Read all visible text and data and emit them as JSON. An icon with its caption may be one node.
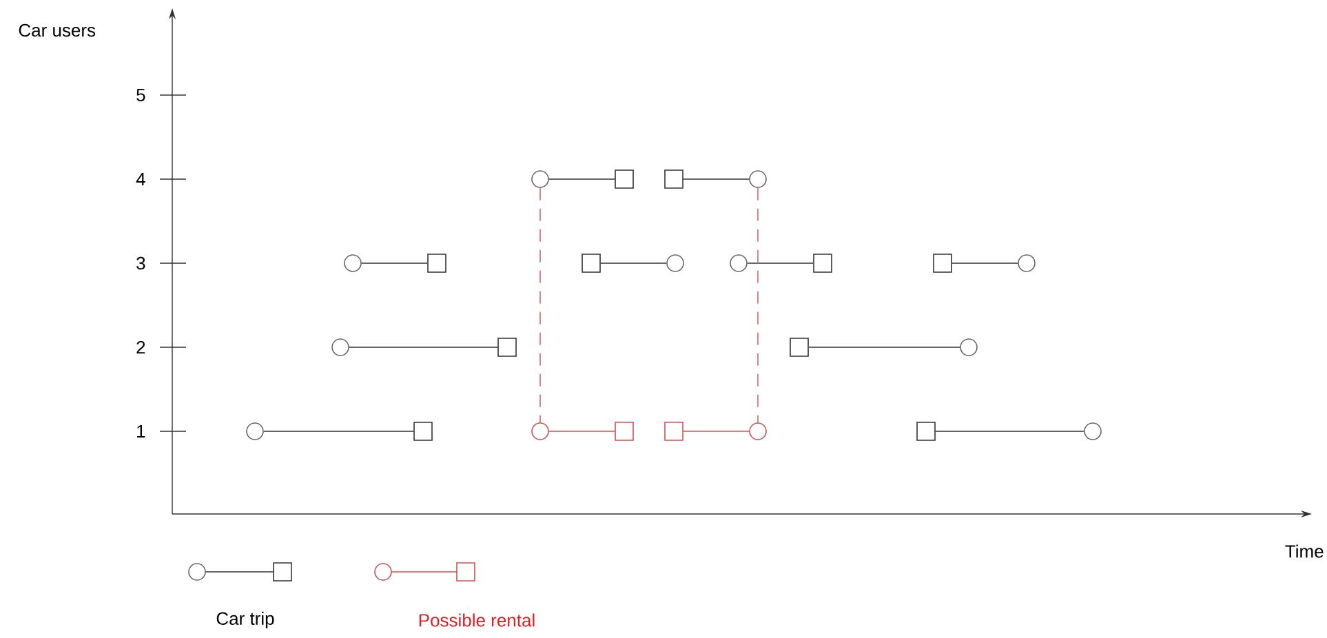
{
  "diagram": {
    "nodes": [
      {
        "text": [],
        "shape": "circle"
      },
      {
        "text": [],
        "shape": "box"
      },
      {
        "text": [],
        "shape": "box"
      },
      {
        "text": [],
        "shape": "circle"
      },
      {
        "text": [],
        "shape": "circle"
      },
      {
        "text": [],
        "shape": "box"
      },
      {
        "text": [],
        "shape": "box"
      },
      {
        "text": [],
        "shape": "circle"
      },
      {
        "text": [],
        "shape": "circle"
      },
      {
        "text": [],
        "shape": "box"
      },
      {
        "text": [],
        "shape": "box"
      },
      {
        "text": [],
        "shape": "circle"
      },
      {
        "text": [],
        "shape": "circle"
      },
      {
        "text": [],
        "shape": "box"
      },
      {
        "text": [],
        "shape": "box"
      },
      {
        "text": [],
        "shape": "circle"
      },
      {
        "text": [],
        "shape": "circle"
      },
      {
        "text": [],
        "shape": "box"
      },
      {
        "text": [],
        "shape": "circle"
      },
      {
        "text": [],
        "shape": "box"
      },
      {
        "text": [],
        "shape": "box"
      },
      {
        "text": [],
        "shape": "circle"
      },
      {
        "text": [],
        "shape": "box"
      },
      {
        "text": [],
        "shape": "circle"
      }
    ],
    "edges": [
      {
        "from": 0,
        "to": 1,
        "arrow": "none"
      },
      {
        "from": 2,
        "to": 3,
        "arrow": "none"
      },
      {
        "from": 4,
        "to": 5,
        "arrow": "none"
      },
      {
        "from": 6,
        "to": 7,
        "arrow": "none"
      },
      {
        "from": 8,
        "to": 9,
        "arrow": "none"
      },
      {
        "from": 10,
        "to": 11,
        "arrow": "none"
      },
      {
        "from": 12,
        "to": 13,
        "arrow": "none"
      },
      {
        "from": 14,
        "to": 15,
        "arrow": "none"
      },
      {
        "from": 16,
        "to": 17,
        "arrow": "none"
      },
      {
        "from": 18,
        "to": 19,
        "arrow": "none",
        "color": "#d05050"
      },
      {
        "from": 20,
        "to": 21,
        "arrow": "none",
        "color": "#d05050"
      },
      {
        "from": 22,
        "to": 23,
        "arrow": "none"
      },
      {
        "from": 0,
        "to": 18,
        "arrow": "none",
        "style": "dashed",
        "color": "#d05050"
      },
      {
        "from": 3,
        "to": 21,
        "arrow": "none",
        "style": "dashed",
        "color": "#d05050"
      }
    ],
    "labels": [
      "Car users",
      "5",
      "4",
      "3",
      "2",
      "1",
      "Time"
    ],
    "legend": [
      {
        "text": "Car trip"
      },
      {
        "text": "Possible rental"
      }
    ]
  }
}
